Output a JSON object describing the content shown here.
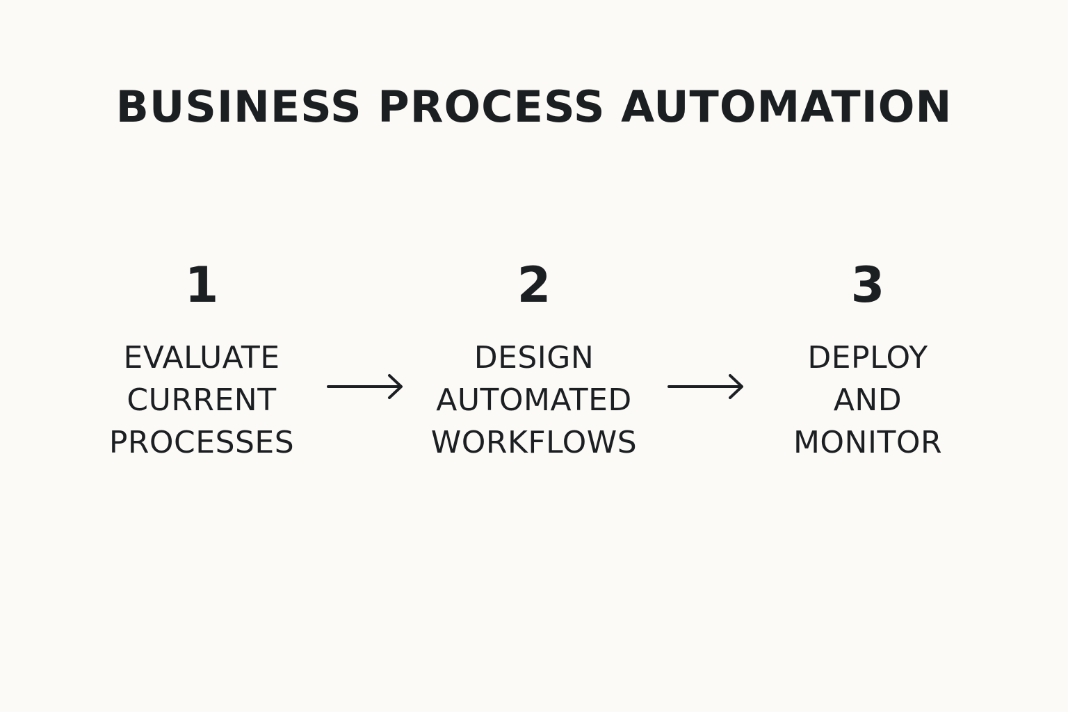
{
  "title": "BUSINESS PROCESS AUTOMATION",
  "steps": [
    {
      "number": "1",
      "label_lines": [
        "EVALUATE",
        "CURRENT",
        "PROCESSES"
      ]
    },
    {
      "number": "2",
      "label_lines": [
        "DESIGN",
        "AUTOMATED",
        "WORKFLOWS"
      ]
    },
    {
      "number": "3",
      "label_lines": [
        "DEPLOY",
        "AND",
        "MONITOR"
      ]
    }
  ],
  "colors": {
    "background": "#fbfaf7",
    "text": "#1c1f22"
  }
}
